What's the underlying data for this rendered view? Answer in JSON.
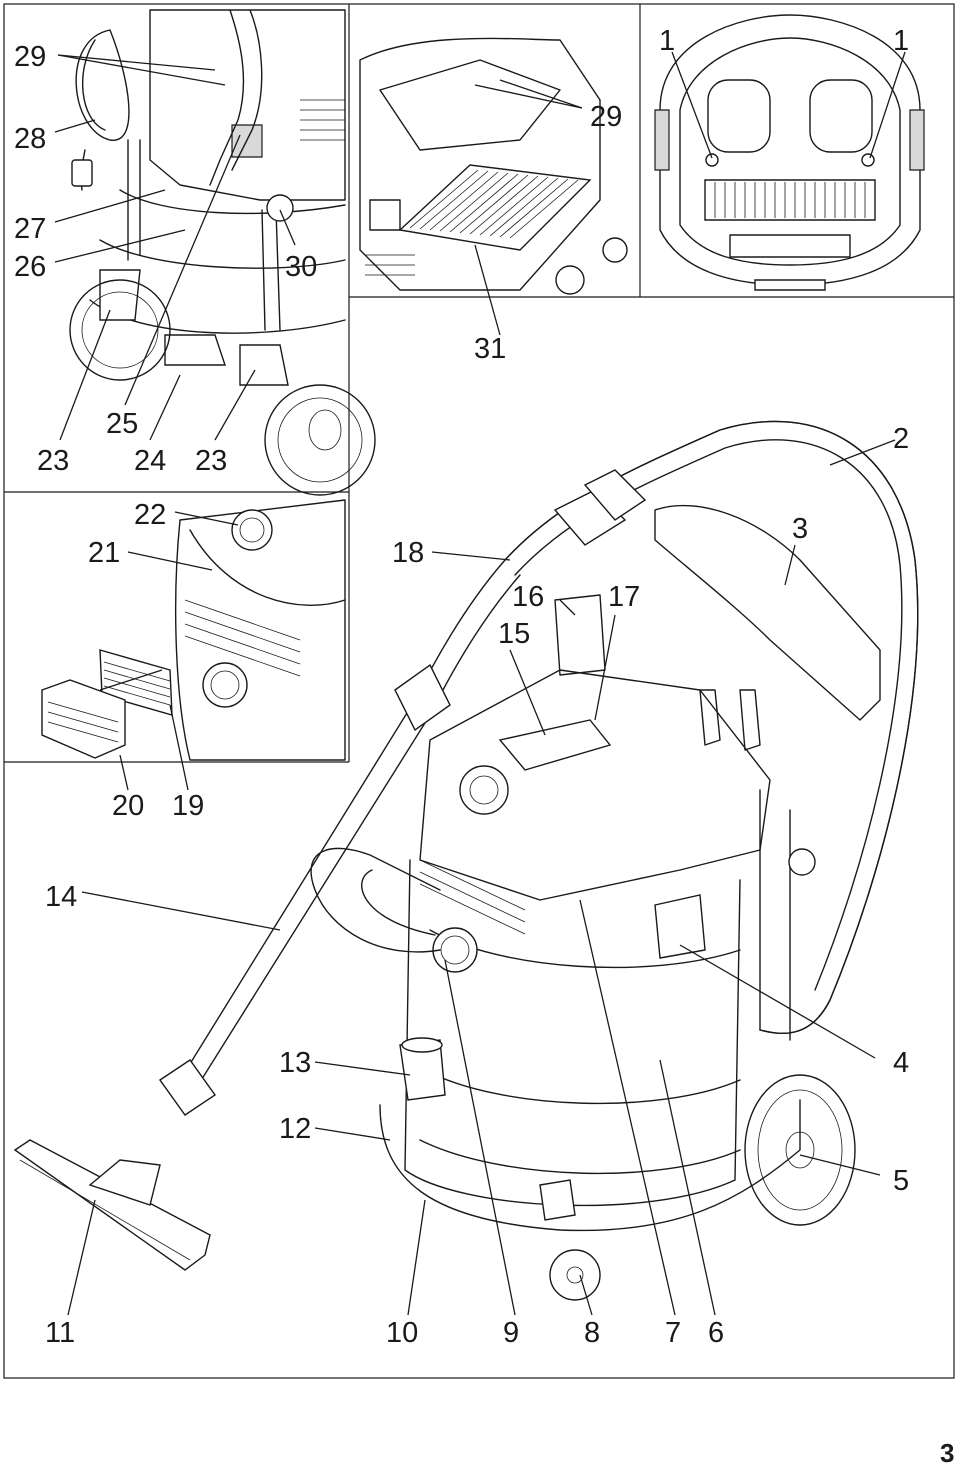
{
  "callouts": [
    "29",
    "28",
    "27",
    "26",
    "30",
    "25",
    "23",
    "24",
    "23",
    "29",
    "31",
    "1",
    "1",
    "2",
    "22",
    "21",
    "18",
    "3",
    "16",
    "17",
    "15",
    "20",
    "19",
    "14",
    "13",
    "4",
    "12",
    "5",
    "11",
    "10",
    "9",
    "8",
    "7",
    "6"
  ],
  "page_number": "3"
}
